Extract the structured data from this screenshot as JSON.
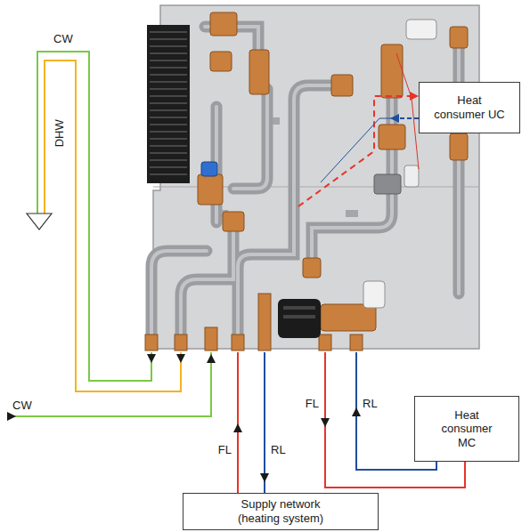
{
  "diagram": {
    "nodes": [
      {
        "text": [
          "Heat consumer UC"
        ]
      },
      {
        "text": [
          "Heat consumer MC"
        ]
      },
      {
        "text": [
          "Supply network (heating system)"
        ]
      }
    ],
    "labels": [
      "CW",
      "DHW",
      "FL",
      "RL",
      "CW",
      "FL",
      "RL"
    ]
  }
}
